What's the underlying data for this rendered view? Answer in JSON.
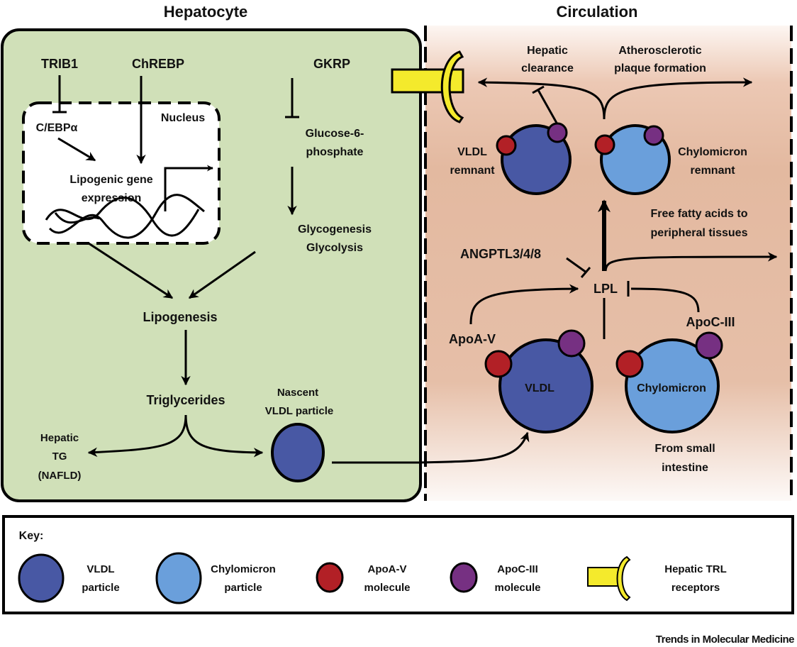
{
  "titles": {
    "hepatocyte": "Hepatocyte",
    "circulation": "Circulation"
  },
  "hepatocyte": {
    "trib1": "TRIB1",
    "chrebp": "ChREBP",
    "gkrp": "GKRP",
    "nucleus": "Nucleus",
    "cebpa": "C/EBPα",
    "lipogenic_line1": "Lipogenic gene",
    "lipogenic_line2": "expression",
    "g6p_line1": "Glucose-6-",
    "g6p_line2": "phosphate",
    "glyco_line1": "Glycogenesis",
    "glyco_line2": "Glycolysis",
    "lipogenesis": "Lipogenesis",
    "triglycerides": "Triglycerides",
    "hepatic_tg_line1": "Hepatic",
    "hepatic_tg_line2": "TG",
    "hepatic_tg_line3": "(NAFLD)",
    "nascent_line1": "Nascent",
    "nascent_line2": "VLDL particle"
  },
  "circulation": {
    "hepatic_clearance_line1": "Hepatic",
    "hepatic_clearance_line2": "clearance",
    "athero_line1": "Atherosclerotic",
    "athero_line2": "plaque formation",
    "vldl_remnant_line1": "VLDL",
    "vldl_remnant_line2": "remnant",
    "chylo_remnant_line1": "Chylomicron",
    "chylo_remnant_line2": "remnant",
    "ffa_line1": "Free fatty acids to",
    "ffa_line2": "peripheral tissues",
    "angptl": "ANGPTL3/4/8",
    "lpl": "LPL",
    "apoa5": "ApoA-V",
    "apoc3": "ApoC-III",
    "vldl": "VLDL",
    "chylomicron": "Chylomicron",
    "intestine_line1": "From small",
    "intestine_line2": "intestine"
  },
  "key": {
    "title": "Key:",
    "items": [
      {
        "line1": "VLDL",
        "line2": "particle",
        "icon": "vldl-particle-icon",
        "color": "#4858a4"
      },
      {
        "line1": "Chylomicron",
        "line2": "particle",
        "icon": "chylomicron-particle-icon",
        "color": "#6a9fdb"
      },
      {
        "line1": "ApoA-V",
        "line2": "molecule",
        "icon": "apoa5-molecule-icon",
        "color": "#b22026"
      },
      {
        "line1": "ApoC-III",
        "line2": "molecule",
        "icon": "apoc3-molecule-icon",
        "color": "#763082"
      },
      {
        "line1": "Hepatic TRL",
        "line2": "receptors",
        "icon": "hepatic-trl-receptor-icon",
        "color": "#f4ea2c"
      }
    ]
  },
  "colors": {
    "hepatocyte_bg": "#d0e0b8",
    "circulation_bg": "#e3b9a0",
    "vldl": "#4858a4",
    "chylomicron": "#6a9fdb",
    "apoa5": "#b22026",
    "apoc3": "#763082",
    "receptor": "#f4ea2c"
  },
  "footer": "Trends in Molecular Medicine"
}
